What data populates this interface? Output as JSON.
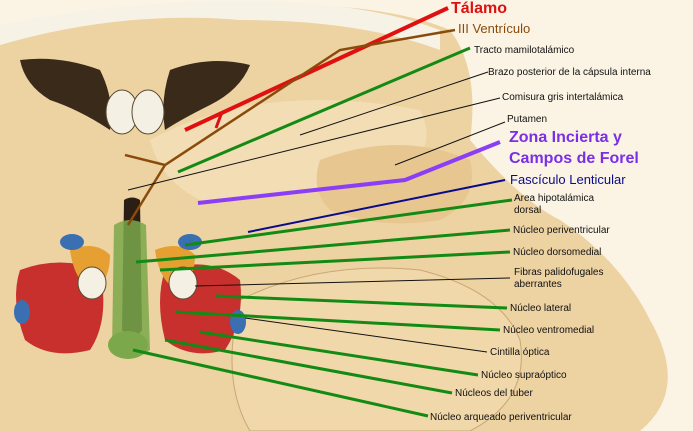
{
  "labels": {
    "talamo": "Tálamo",
    "tercer_ventriculo": "III Ventrículo",
    "tracto_mamilotalamico": "Tracto mamilotalámico",
    "brazo_posterior": "Brazo posterior de la cápsula interna",
    "comisura_gris": "Comisura gris intertalámica",
    "putamen": "Putamen",
    "zona_incierta_1": "Zona Incierta y",
    "zona_incierta_2": "Campos de Forel",
    "fasciculo_lenticular": "Fascículo Lenticular",
    "area_hipotalamica_1": "Area hipotalámica",
    "area_hipotalamica_2": "dorsal",
    "nucleo_periventricular": "Núcleo periventricular",
    "nucleo_dorsomedial": "Núcleo dorsomedial",
    "fibras_palidofugales_1": "Fibras palidofugales",
    "fibras_palidofugales_2": "aberrantes",
    "nucleo_lateral": "Núcleo lateral",
    "nucleo_ventromedial": "Núcleo ventromedial",
    "cintilla_optica": "Cintilla óptica",
    "nucleo_supraoptico": "Núcleo supraóptico",
    "nucleos_tuber": "Núcleos del tuber",
    "nucleo_arqueado": "Núcleo arqueado periventricular"
  },
  "colors": {
    "talamo": "#e01010",
    "tercer_ventriculo": "#8a4b0a",
    "zona_incierta": "#7a2ee6",
    "fasciculo_lenticular": "#0a0a8a",
    "green_leaders": "#138a13",
    "black_leaders": "#111111"
  }
}
